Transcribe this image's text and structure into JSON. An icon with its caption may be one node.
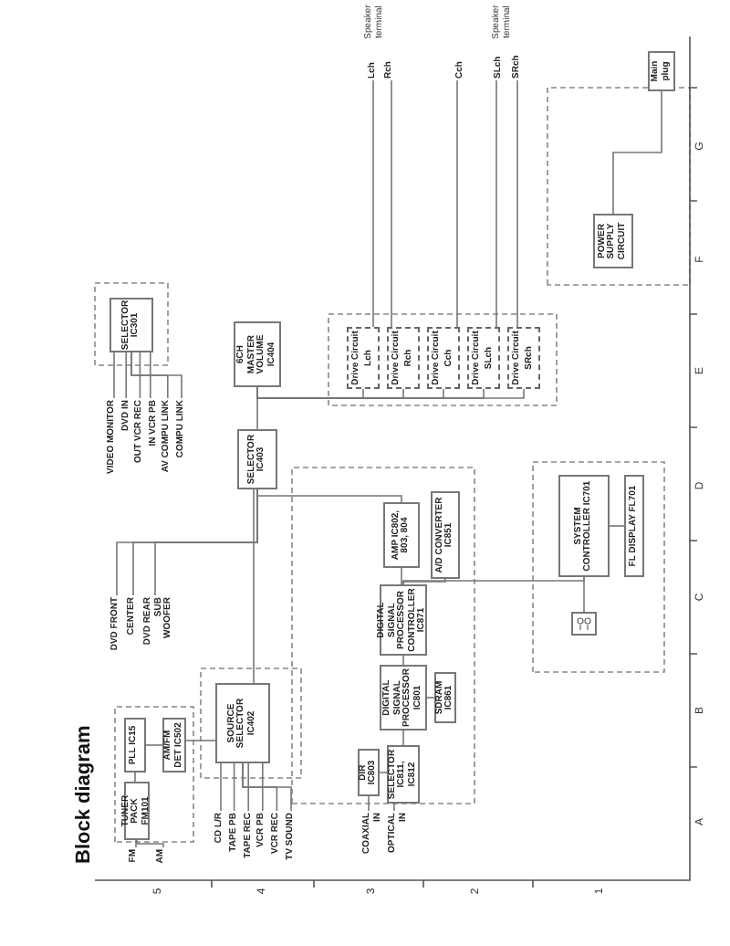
{
  "diagram": {
    "title": "Block diagram",
    "nodes": [
      {
        "text": [
          "FM"
        ]
      },
      {
        "text": [
          "AM"
        ]
      },
      {
        "text": [
          "TUNER PACK FM101"
        ]
      },
      {
        "text": [
          "PLL IC15"
        ]
      },
      {
        "text": [
          "AM/FM DET IC502"
        ]
      },
      {
        "text": [
          "SOURCE SELECTOR IC402"
        ]
      },
      {
        "text": [
          "CD L/R"
        ]
      },
      {
        "text": [
          "TAPE PB"
        ]
      },
      {
        "text": [
          "TAPE REC"
        ]
      },
      {
        "text": [
          "VCR PB"
        ]
      },
      {
        "text": [
          "VCR REC"
        ]
      },
      {
        "text": [
          "TV SOUND"
        ]
      },
      {
        "text": [
          "COAXIAL IN"
        ]
      },
      {
        "text": [
          "OPTICAL IN"
        ]
      },
      {
        "text": [
          "DIR IC803"
        ]
      },
      {
        "text": [
          "SELECTOR IC811, IC812"
        ]
      },
      {
        "text": [
          "DIGITAL SIGNAL PROCESSOR IC801"
        ]
      },
      {
        "text": [
          "SDRAM IC861"
        ]
      },
      {
        "text": [
          "DIGITAL SIGNAL PROCESSOR CONTROLLER IC871"
        ]
      },
      {
        "text": [
          "A/D CONVERTER IC851"
        ]
      },
      {
        "text": [
          "AMP IC802, 803, 804"
        ]
      },
      {
        "text": [
          "DVD FRONT"
        ]
      },
      {
        "text": [
          "CENTER"
        ]
      },
      {
        "text": [
          "DVD REAR SUB WOOFER"
        ]
      },
      {
        "text": [
          "SELECTOR IC403"
        ]
      },
      {
        "text": [
          "6CH MASTER VOLUME IC404"
        ]
      },
      {
        "text": [
          "SELECTOR IC301"
        ]
      },
      {
        "text": [
          "VIDEO MONITOR"
        ]
      },
      {
        "text": [
          "DVD IN"
        ]
      },
      {
        "text": [
          "OUT VCR REC"
        ]
      },
      {
        "text": [
          "IN VCR PB"
        ]
      },
      {
        "text": [
          "AV COMPU LINK"
        ]
      },
      {
        "text": [
          "COMPU LINK"
        ]
      },
      {
        "text": [
          "Drive Circuit",
          "Lch"
        ]
      },
      {
        "text": [
          "Drive Circuit",
          "Rch"
        ]
      },
      {
        "text": [
          "Drive Circuit",
          "Cch"
        ]
      },
      {
        "text": [
          "Drive Circuit",
          "SLch"
        ]
      },
      {
        "text": [
          "Drive Circuit",
          "SRch"
        ]
      },
      {
        "text": [
          "Lch"
        ]
      },
      {
        "text": [
          "Rch"
        ]
      },
      {
        "text": [
          "Cch"
        ]
      },
      {
        "text": [
          "SLch"
        ]
      },
      {
        "text": [
          "SRch"
        ]
      },
      {
        "text": [
          "SYSTEM CONTROLLER IC701"
        ]
      },
      {
        "text": [
          "FL DISPLAY FL701"
        ]
      },
      {
        "text": [],
        "shape": "box"
      },
      {
        "text": [
          "POWER SUPPLY CIRCUIT"
        ]
      },
      {
        "text": [
          "Main plug"
        ]
      }
    ],
    "edges": [
      {
        "from": 0,
        "to": 2,
        "arrow": "none"
      },
      {
        "from": 1,
        "to": 2,
        "arrow": "none"
      },
      {
        "from": 2,
        "to": 3,
        "arrow": "none"
      },
      {
        "from": 3,
        "to": 4,
        "arrow": "none"
      },
      {
        "from": 4,
        "to": 5,
        "arrow": "none"
      },
      {
        "from": 6,
        "to": 5,
        "arrow": "none"
      },
      {
        "from": 7,
        "to": 5,
        "arrow": "none"
      },
      {
        "from": 8,
        "to": 5,
        "arrow": "none"
      },
      {
        "from": 9,
        "to": 5,
        "arrow": "none"
      },
      {
        "from": 10,
        "to": 5,
        "arrow": "none"
      },
      {
        "from": 11,
        "to": 5,
        "arrow": "none"
      },
      {
        "from": 5,
        "to": 24,
        "arrow": "none"
      },
      {
        "from": 12,
        "to": 14,
        "arrow": "none"
      },
      {
        "from": 13,
        "to": 15,
        "arrow": "none"
      },
      {
        "from": 14,
        "to": 15,
        "arrow": "none"
      },
      {
        "from": 15,
        "to": 16,
        "arrow": "none"
      },
      {
        "from": 16,
        "to": 17,
        "arrow": "none"
      },
      {
        "from": 16,
        "to": 18,
        "arrow": "none"
      },
      {
        "from": 18,
        "to": 20,
        "arrow": "none"
      },
      {
        "from": 18,
        "to": 19,
        "arrow": "none"
      },
      {
        "from": 20,
        "to": 24,
        "arrow": "none"
      },
      {
        "from": 21,
        "to": 24,
        "arrow": "none"
      },
      {
        "from": 22,
        "to": 24,
        "arrow": "none"
      },
      {
        "from": 23,
        "to": 24,
        "arrow": "none"
      },
      {
        "from": 24,
        "to": 25,
        "arrow": "none"
      },
      {
        "from": 25,
        "to": 33,
        "arrow": "none"
      },
      {
        "from": 25,
        "to": 34,
        "arrow": "none"
      },
      {
        "from": 25,
        "to": 35,
        "arrow": "none"
      },
      {
        "from": 25,
        "to": 36,
        "arrow": "none"
      },
      {
        "from": 25,
        "to": 37,
        "arrow": "none"
      },
      {
        "from": 33,
        "to": 38,
        "arrow": "none"
      },
      {
        "from": 34,
        "to": 39,
        "arrow": "none"
      },
      {
        "from": 35,
        "to": 40,
        "arrow": "none"
      },
      {
        "from": 36,
        "to": 41,
        "arrow": "none"
      },
      {
        "from": 37,
        "to": 42,
        "arrow": "none"
      },
      {
        "from": 26,
        "to": 27,
        "arrow": "none"
      },
      {
        "from": 26,
        "to": 28,
        "arrow": "none"
      },
      {
        "from": 26,
        "to": 29,
        "arrow": "none"
      },
      {
        "from": 26,
        "to": 30,
        "arrow": "none"
      },
      {
        "from": 26,
        "to": 31,
        "arrow": "none"
      },
      {
        "from": 26,
        "to": 32,
        "arrow": "none"
      },
      {
        "from": 43,
        "to": 44,
        "arrow": "none"
      },
      {
        "from": 45,
        "to": 43,
        "arrow": "none"
      },
      {
        "from": 46,
        "to": 47,
        "arrow": "none"
      },
      {
        "from": 43,
        "to": 18,
        "arrow": "none"
      }
    ],
    "labels": [
      "Speaker terminal",
      "Speaker terminal",
      "A",
      "B",
      "C",
      "D",
      "E",
      "F",
      "G",
      "5",
      "4",
      "3",
      "2",
      "1"
    ]
  }
}
